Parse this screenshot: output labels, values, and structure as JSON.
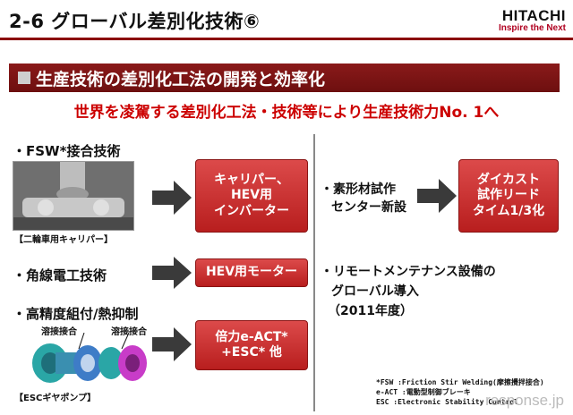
{
  "header": {
    "title": "2-6 グローバル差別化技術⑥",
    "logo_main": "HITACHI",
    "logo_sub": "Inspire the Next"
  },
  "section": {
    "title": "生産技術の差別化工法の開発と効率化",
    "subtitle": "世界を凌駕する差別化工法・技術等により生産技術力No. 1へ"
  },
  "left": {
    "fsw": {
      "label": "・FSW*接合技術",
      "caption": "【二輪車用キャリパー】",
      "result": [
        "キャリパー、",
        "HEV用",
        "インバーター"
      ]
    },
    "kakusen": {
      "label": "・角線電工技術",
      "result": "HEV用モーター"
    },
    "kouseido": {
      "label": "・高精度組付/熱抑制",
      "weld_label_1": "溶接接合",
      "weld_label_2": "溶接接合",
      "caption": "【ESCギヤポンプ】",
      "result": [
        "倍力e-ACT*",
        "+ESC* 他"
      ]
    }
  },
  "right": {
    "sokei": {
      "label": [
        "・素形材試作",
        "センター新設"
      ],
      "result": [
        "ダイカスト",
        "試作リード",
        "タイム1/3化"
      ]
    },
    "remote": {
      "label": [
        "・リモートメンテナンス設備の",
        "グローバル導入",
        "（2011年度）"
      ]
    }
  },
  "footnotes": [
    "*FSW  :Friction Stir Welding(摩擦攪拌接合)",
    "e-ACT :電動型制御ブレーキ",
    "ESC   :Electronic Stability Control"
  ],
  "watermark": "response.jp"
}
